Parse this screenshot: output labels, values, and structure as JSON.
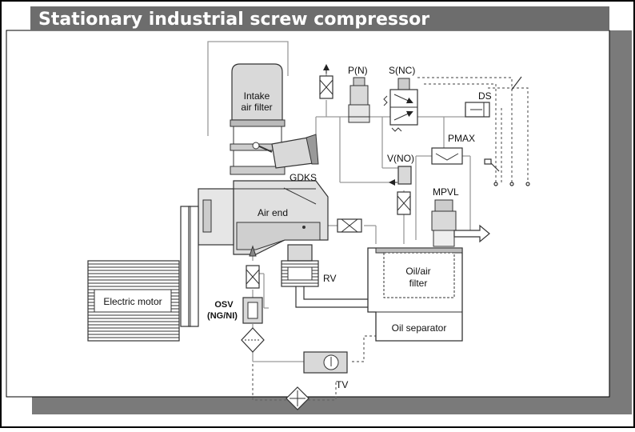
{
  "title": "Stationary industrial screw compressor",
  "labels": {
    "intake_filter": [
      "Intake",
      "air filter"
    ],
    "pn": "P(N)",
    "snc": "S(NC)",
    "ds": "DS",
    "pmax": "PMAX",
    "vno": "V(NO)",
    "gdks": "GDKS",
    "mpvl": "MPVL",
    "air_end": "Air end",
    "oil_air_filter": [
      "Oil/air",
      "filter"
    ],
    "rv": "RV",
    "osv": [
      "OSV",
      "(NG/NI)"
    ],
    "electric_motor": "Electric motor",
    "oil_separator": "Oil separator",
    "tv": "TV"
  },
  "colors": {
    "header": "#6d6d6d",
    "shadow": "#7a7a7a",
    "frame": "#000000",
    "line": "#222222",
    "pipe_gray": "#9a9a9a",
    "component_fill": "#d9d9d9"
  }
}
